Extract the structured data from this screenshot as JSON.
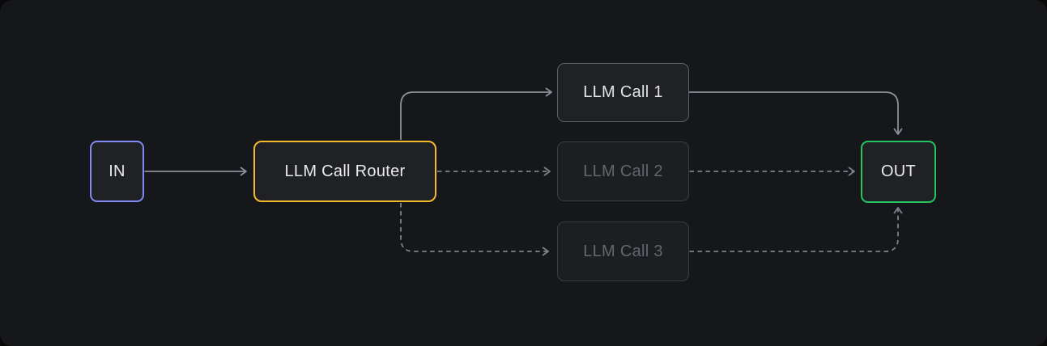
{
  "canvas": {
    "background": "#16171a",
    "outer_background": "#09090a",
    "node_background": "#202125"
  },
  "nodes": [
    {
      "id": "in",
      "label": "IN",
      "kind": "input",
      "state": "active",
      "border_color": "#8289f2",
      "text_color": "#e9eaec"
    },
    {
      "id": "router",
      "label": "LLM Call Router",
      "kind": "router",
      "state": "active",
      "border_color": "#f6b92b",
      "text_color": "#e9eaec"
    },
    {
      "id": "call1",
      "label": "LLM Call 1",
      "kind": "llm-call",
      "state": "active",
      "border_color": "#5c6068",
      "text_color": "#e4e5e8"
    },
    {
      "id": "call2",
      "label": "LLM Call 2",
      "kind": "llm-call",
      "state": "inactive",
      "border_color": "#3a3d43",
      "text_color": "#63676f"
    },
    {
      "id": "call3",
      "label": "LLM Call 3",
      "kind": "llm-call",
      "state": "inactive",
      "border_color": "#3a3d43",
      "text_color": "#63676f"
    },
    {
      "id": "out",
      "label": "OUT",
      "kind": "output",
      "state": "active",
      "border_color": "#22c55e",
      "text_color": "#e9eaec"
    }
  ],
  "edges": [
    {
      "from": "in",
      "to": "router",
      "style": "solid"
    },
    {
      "from": "router",
      "to": "call1",
      "style": "solid"
    },
    {
      "from": "router",
      "to": "call2",
      "style": "dashed"
    },
    {
      "from": "router",
      "to": "call3",
      "style": "dashed"
    },
    {
      "from": "call1",
      "to": "out",
      "style": "solid"
    },
    {
      "from": "call2",
      "to": "out",
      "style": "dashed"
    },
    {
      "from": "call3",
      "to": "out",
      "style": "dashed"
    }
  ],
  "edge_colors": {
    "solid": "#8b9099",
    "dashed": "#7d828a"
  },
  "edge_dash_pattern": "5.5 4.5"
}
